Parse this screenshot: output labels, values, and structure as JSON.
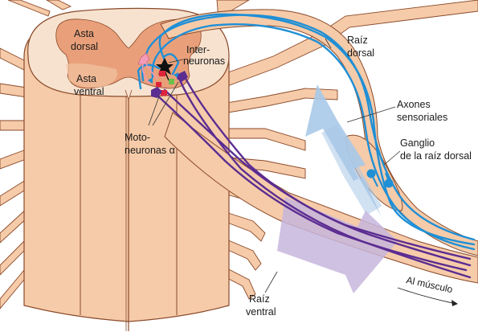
{
  "labels": {
    "dorsal_horn": [
      "Asta",
      "dorsal"
    ],
    "ventral_horn": [
      "Asta",
      "ventral"
    ],
    "interneurons": [
      "Inter-",
      "neuronas"
    ],
    "motoneurons": [
      "Moto-",
      "neuronas α"
    ],
    "dorsal_root": [
      "Raíz",
      "dorsal"
    ],
    "sensory_axons": [
      "Axones",
      "sensoriales"
    ],
    "ganglion": [
      "Ganglio",
      "de la raíz dorsal"
    ],
    "ventral_root": [
      "Raíz",
      "ventral"
    ],
    "to_muscle": "Al músculo"
  },
  "colors": {
    "cord_skin": "#f6cba9",
    "cord_outline": "#8a4a2a",
    "white_matter": "#f7e2cf",
    "gray_matter": "#e9a07a",
    "sensory_axon": "#1f8fd6",
    "motor_axon": "#5b2d91",
    "sensory_arrow": "#a9c9e8",
    "motor_arrow": "#c7b6dd",
    "interneuron": "#111111",
    "pink_cell": "#f29ab6",
    "red_cell": "#e0243c",
    "green_cell": "#6cbf4a"
  }
}
